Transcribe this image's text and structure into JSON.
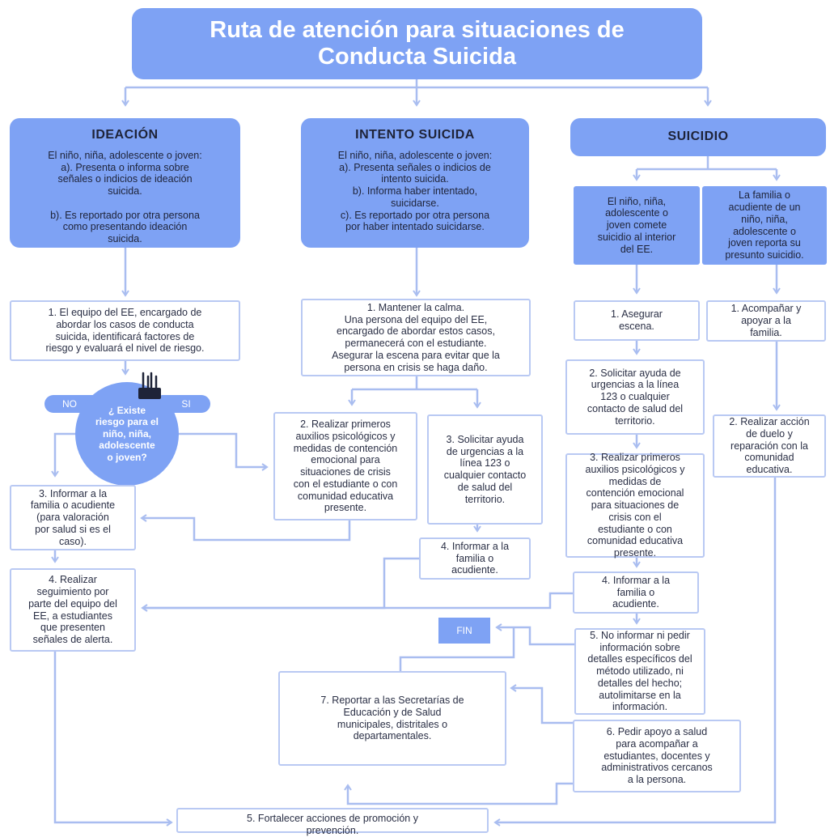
{
  "title": "Ruta de atención para situaciones de\nConducta Suicida",
  "columns": {
    "ideacion": {
      "heading": "IDEACIÓN",
      "body": "El niño, niña, adolescente o joven:\na). Presenta o informa sobre\nseñales o indicios de ideación\nsuicida.\n\nb). Es reportado por otra persona\ncomo presentando  ideación\nsuicida."
    },
    "intento": {
      "heading": "INTENTO SUICIDA",
      "body": "El niño, niña, adolescente o joven:\na). Presenta señales o indicios de\nintento suicida.\nb). Informa haber intentado,\nsuicidarse.\nc). Es reportado por otra persona\npor haber intentado suicidarse."
    },
    "suicidio": {
      "heading": "SUICIDIO",
      "sub_left": "El niño, niña,\nadolescente o\njoven comete\nsuicidio al interior\ndel EE.",
      "sub_right": "La familia o\nacudiente de un\nniño, niña,\nadolescente o\njoven reporta su\npresunto suicidio."
    }
  },
  "decision": {
    "question": "¿ Existe\nriesgo para el\nniño, niña,\nadolescente\no joven?",
    "no": "NO",
    "si": "SI"
  },
  "steps": {
    "ideacion_1": "1. El equipo del EE, encargado de\nabordar los casos de conducta\nsuicida, identificará factores de\nriesgo y evaluará el nivel de riesgo.",
    "ideacion_3": "3. Informar a la\nfamilia o acudiente\n(para valoración\npor salud si es el\ncaso).",
    "ideacion_4": "4. Realizar\nseguimiento por\nparte del equipo del\nEE, a estudiantes\nque presenten\nseñales de alerta.",
    "intento_1": "1. Mantener la calma.\nUna persona del equipo del EE,\nencargado de abordar estos casos,\npermanecerá con el estudiante.\nAsegurar la escena para evitar que la\npersona en crisis se haga daño.",
    "intento_2": "2. Realizar primeros\nauxilios psicológicos y\nmedidas de contención\nemocional para\nsituaciones de crisis\ncon el estudiante o con\ncomunidad educativa\npresente.",
    "intento_3": "3. Solicitar ayuda\nde urgencias a la\nlínea 123 o\ncualquier contacto\nde salud del\nterritorio.",
    "intento_4": "4. Informar a la\nfamilia o\nacudiente.",
    "reportar": "7. Reportar a las Secretarías de\nEducación y de Salud\nmunicipales, distritales o\ndepartamentales.",
    "fortalecer": "5. Fortalecer  acciones de promoción y\nprevención.",
    "suicidio_1": "1. Asegurar\nescena.",
    "suicidio_2": "2. Solicitar ayuda de\nurgencias a la línea\n123 o cualquier\ncontacto de salud del\nterritorio.",
    "suicidio_3": "3. Realizar primeros\nauxilios psicológicos y\nmedidas de\ncontención emocional\npara situaciones de\ncrisis con el\nestudiante o con\ncomunidad educativa\npresente.",
    "suicidio_4": "4. Informar a la\nfamilia o\nacudiente.",
    "suicidio_5": "5.  No informar ni pedir\ninformación sobre\ndetalles específicos del\nmétodo utilizado, ni\ndetalles del hecho;\nautolimitarse en la\ninformación.",
    "suicidio_6": "6. Pedir apoyo a salud\npara acompañar a\nestudiantes, docentes y\nadministrativos cercanos\na la persona.",
    "familia_1": "1. Acompañar y\napoyar a la\nfamilia.",
    "familia_2": "2. Realizar acción\nde duelo y\nreparación con la\ncomunidad\neducativa."
  },
  "fin": "FIN",
  "colors": {
    "accent": "#7ea2f4",
    "line": "#a9bdf0",
    "box_border": "#b9c9f3"
  }
}
